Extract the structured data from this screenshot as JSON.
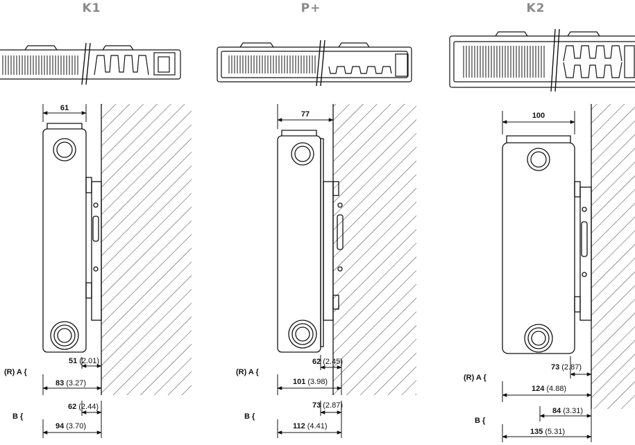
{
  "models": [
    {
      "title": "K1",
      "top_dim": "61",
      "row_a": {
        "label": "(R) A {",
        "inner_value": "51",
        "inner_unit": "(2.01)",
        "outer_value": "83",
        "outer_unit": "(3.27)"
      },
      "row_b": {
        "label": "B {",
        "inner_value": "62",
        "inner_unit": "(2.44)",
        "outer_value": "94",
        "outer_unit": "(3.70)"
      }
    },
    {
      "title": "P+",
      "top_dim": "77",
      "row_a": {
        "label": "(R) A {",
        "inner_value": "62",
        "inner_unit": "(2.45)",
        "outer_value": "101",
        "outer_unit": "(3.98)"
      },
      "row_b": {
        "label": "B {",
        "inner_value": "73",
        "inner_unit": "(2.87)",
        "outer_value": "112",
        "outer_unit": "(4.41)"
      }
    },
    {
      "title": "K2",
      "top_dim": "100",
      "row_a": {
        "label": "(R) A {",
        "inner_value": "73",
        "inner_unit": "(2.87)",
        "outer_value": "124",
        "outer_unit": "(4.88)"
      },
      "row_b": {
        "label": "B {",
        "inner_value": "84",
        "inner_unit": "(3.31)",
        "outer_value": "135",
        "outer_unit": "(5.31)"
      }
    }
  ]
}
